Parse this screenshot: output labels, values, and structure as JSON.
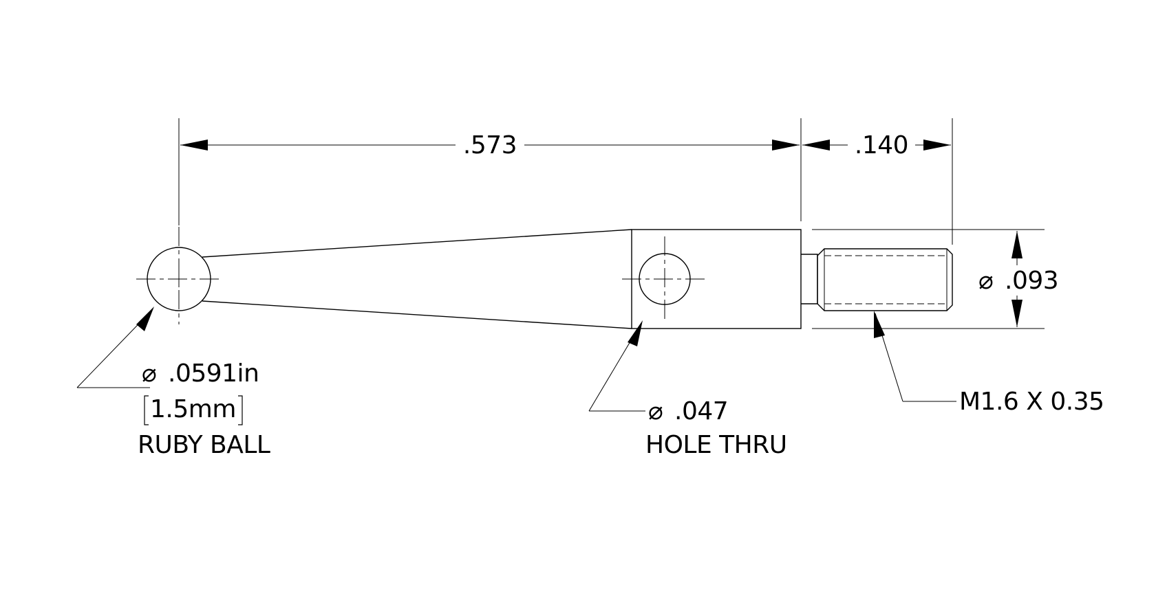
{
  "drawing": {
    "dimensions": {
      "overall_length": ".573",
      "thread_length": ".140",
      "body_diameter": ".093"
    },
    "ball_callout": {
      "diameter": ".0591in",
      "metric": "1.5mm",
      "label": "RUBY BALL"
    },
    "hole_callout": {
      "diameter": ".047",
      "label": "HOLE THRU"
    },
    "thread_callout": {
      "spec": "M1.6 X 0.35"
    },
    "symbols": {
      "diameter": "⌀"
    }
  }
}
